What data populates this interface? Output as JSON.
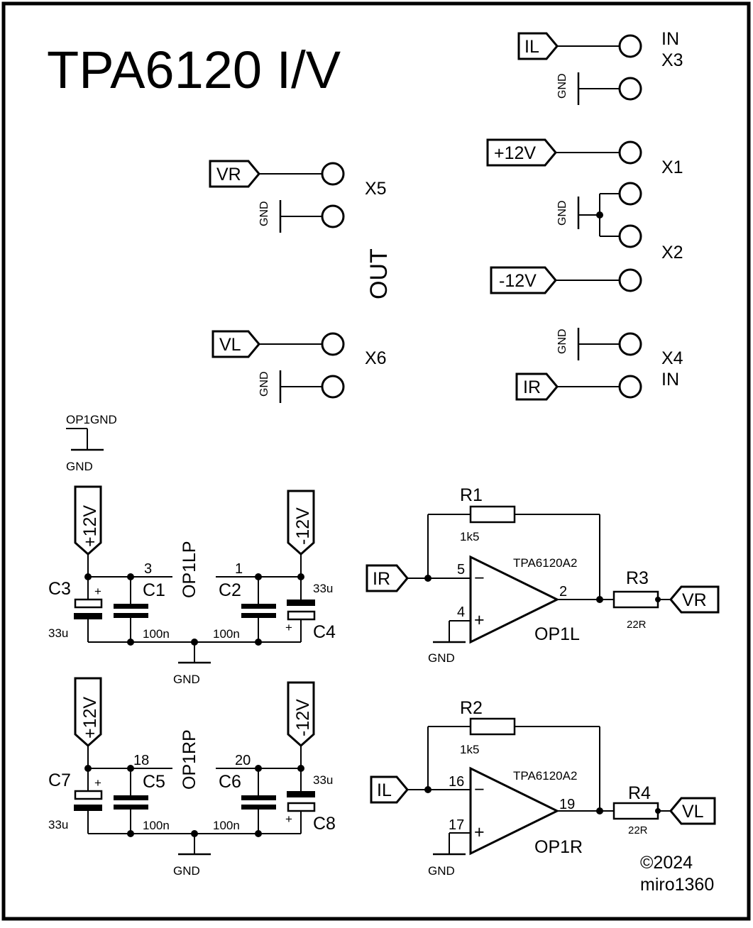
{
  "title": "TPA6120 I/V",
  "copyright": [
    "©2024",
    "miro1360"
  ],
  "connectors": {
    "x1": {
      "label": "X1"
    },
    "x2": {
      "label": "X2"
    },
    "x3": {
      "label": "X3"
    },
    "x4": {
      "label": "X4"
    },
    "x5": {
      "label": "X5"
    },
    "x6": {
      "label": "X6"
    },
    "in_label": "IN",
    "out_label": "OUT"
  },
  "nets": {
    "il": "IL",
    "ir": "IR",
    "vl": "VL",
    "vr": "VR",
    "plus12": "+12V",
    "minus12": "-12V",
    "gnd": "GND",
    "op1gnd": "OP1GND"
  },
  "power_sections": [
    {
      "part": "OP1LP",
      "c_pos_el": {
        "ref": "C3",
        "value": "33u"
      },
      "c_pos_cer": {
        "ref": "C1",
        "value": "100n"
      },
      "c_neg_cer": {
        "ref": "C2",
        "value": "100n"
      },
      "c_neg_el": {
        "ref": "C4",
        "value": "33u"
      },
      "pin_pos": "3",
      "pin_neg": "1"
    },
    {
      "part": "OP1RP",
      "c_pos_el": {
        "ref": "C7",
        "value": "33u"
      },
      "c_pos_cer": {
        "ref": "C5",
        "value": "100n"
      },
      "c_neg_cer": {
        "ref": "C6",
        "value": "100n"
      },
      "c_neg_el": {
        "ref": "C8",
        "value": "33u"
      },
      "pin_pos": "18",
      "pin_neg": "20"
    }
  ],
  "amplifiers": [
    {
      "name": "OP1L",
      "model": "TPA6120A2",
      "input": "IR",
      "output": "VR",
      "pin_inv": "5",
      "pin_noninv": "4",
      "pin_out": "2",
      "r_fb": {
        "ref": "R1",
        "value": "1k5"
      },
      "r_out": {
        "ref": "R3",
        "value": "22R"
      }
    },
    {
      "name": "OP1R",
      "model": "TPA6120A2",
      "input": "IL",
      "output": "VL",
      "pin_inv": "16",
      "pin_noninv": "17",
      "pin_out": "19",
      "r_fb": {
        "ref": "R2",
        "value": "1k5"
      },
      "r_out": {
        "ref": "R4",
        "value": "22R"
      }
    }
  ],
  "symbols": {
    "minus": "−",
    "plus": "+"
  }
}
